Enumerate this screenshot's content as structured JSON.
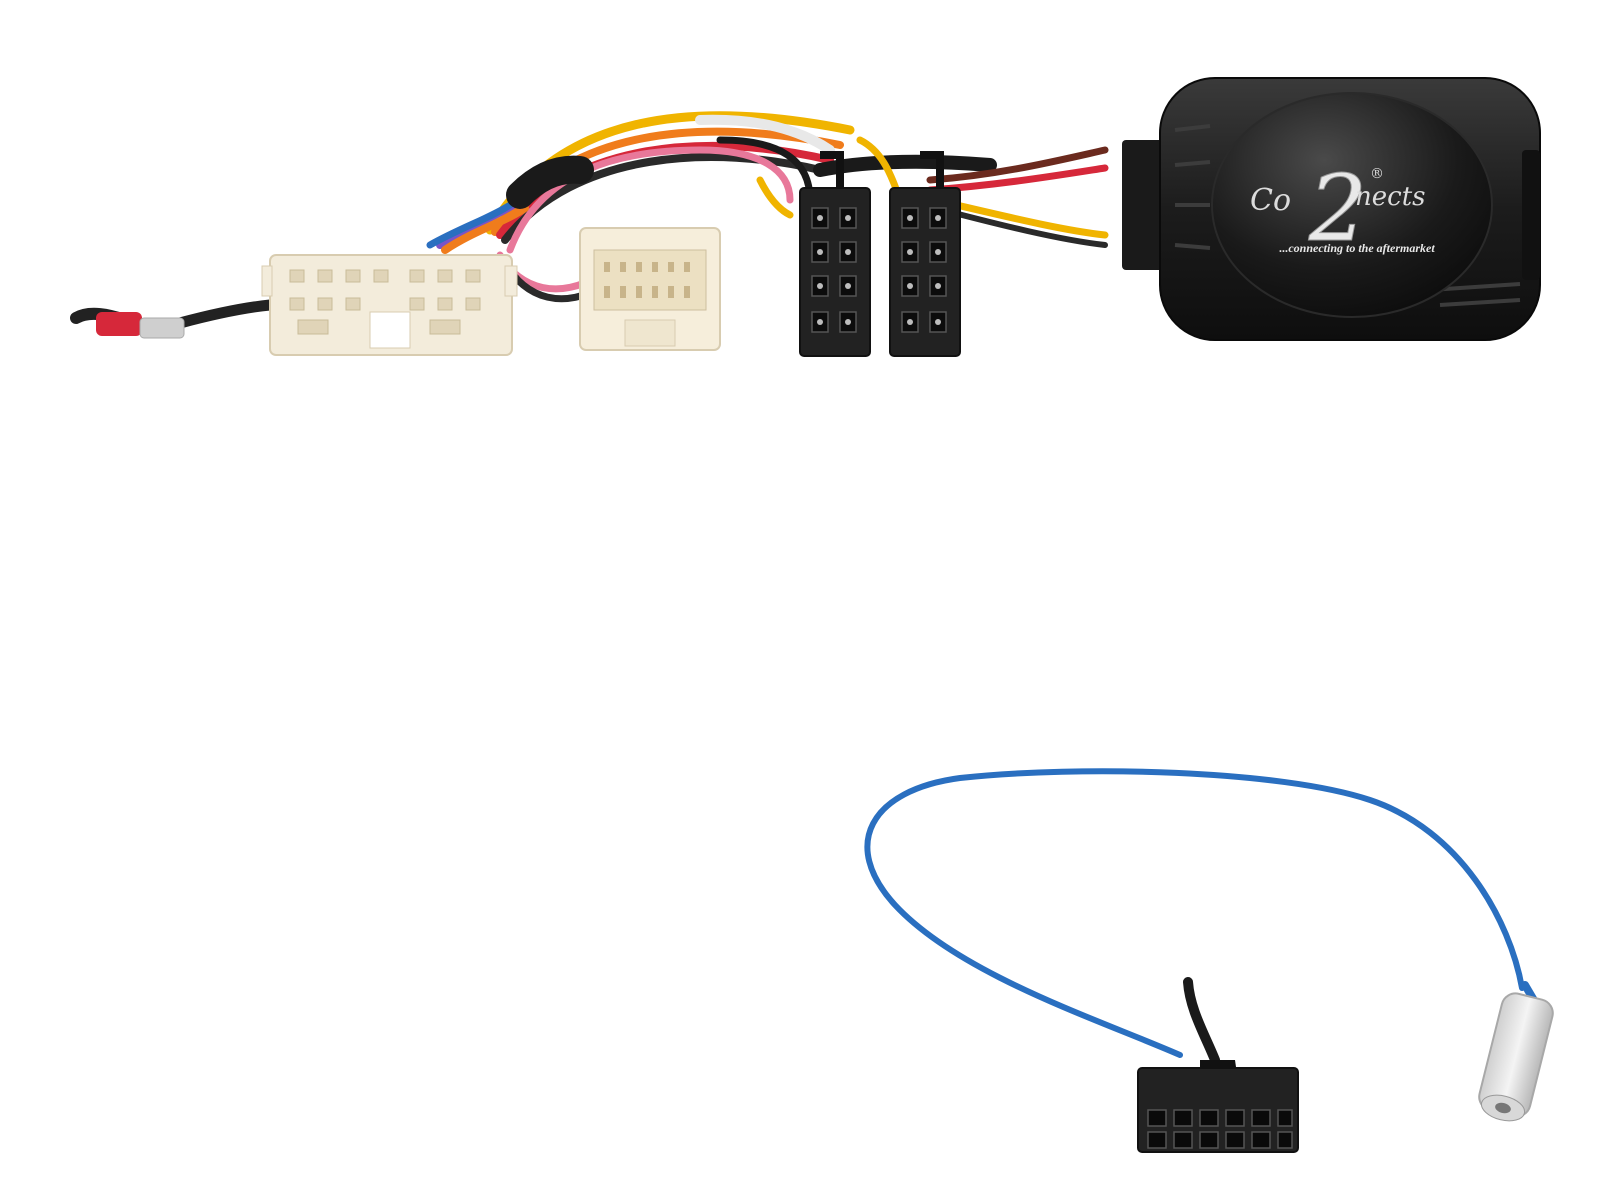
{
  "logo": {
    "brand_left": "Co",
    "brand_right": "nects",
    "numeral": "2",
    "registered": "®",
    "tagline": "...connecting to the aftermarket"
  },
  "colors": {
    "background": "#ffffff",
    "module_body": "#1e1e1e",
    "connector_white": "#f3ecdb",
    "connector_black": "#222222",
    "wire_yellow": "#f0b400",
    "wire_red": "#d6283a",
    "wire_pink": "#e8789a",
    "wire_orange": "#f07c1c",
    "wire_purple": "#7a54c8",
    "wire_blue_lead": "#2a6fc0"
  },
  "icons": [
    "control-module-icon",
    "iso-connector-icon",
    "white-connector-icon",
    "ring-terminal-icon",
    "antenna-plug-icon",
    "patch-lead-connector-icon"
  ]
}
